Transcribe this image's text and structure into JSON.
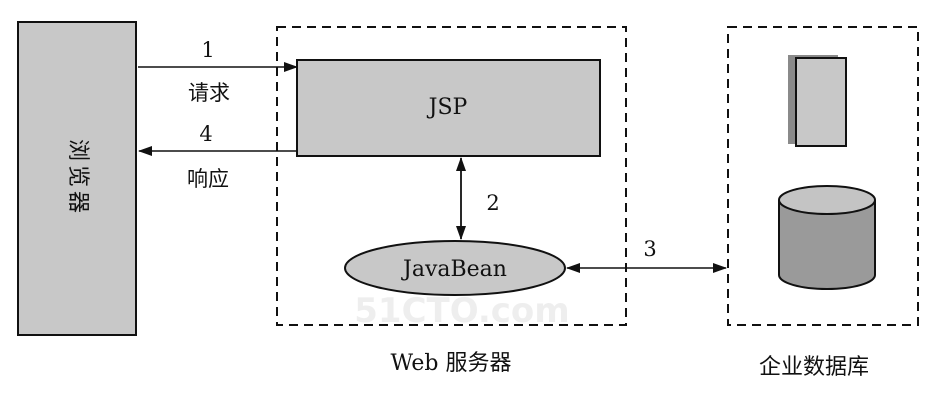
{
  "browser": {
    "label": "浏览器"
  },
  "web_server": {
    "caption": "Web 服务器"
  },
  "jsp": {
    "label": "JSP"
  },
  "javabean": {
    "label": "JavaBean"
  },
  "enterprise_db": {
    "caption": "企业数据库"
  },
  "arrows": {
    "request_number": "1",
    "request_label": "请求",
    "response_number": "4",
    "response_label": "响应",
    "jsp_bean_number": "2",
    "bean_db_number": "3"
  },
  "watermark": {
    "text": "51CTO.com"
  },
  "colors": {
    "box_fill": "#c8c8c8",
    "cylinder_fill": "#9a9a9a",
    "cylinder_top": "#c4c4c4",
    "shadow": "#8a8a8a",
    "stroke": "#111111",
    "background": "#ffffff"
  }
}
